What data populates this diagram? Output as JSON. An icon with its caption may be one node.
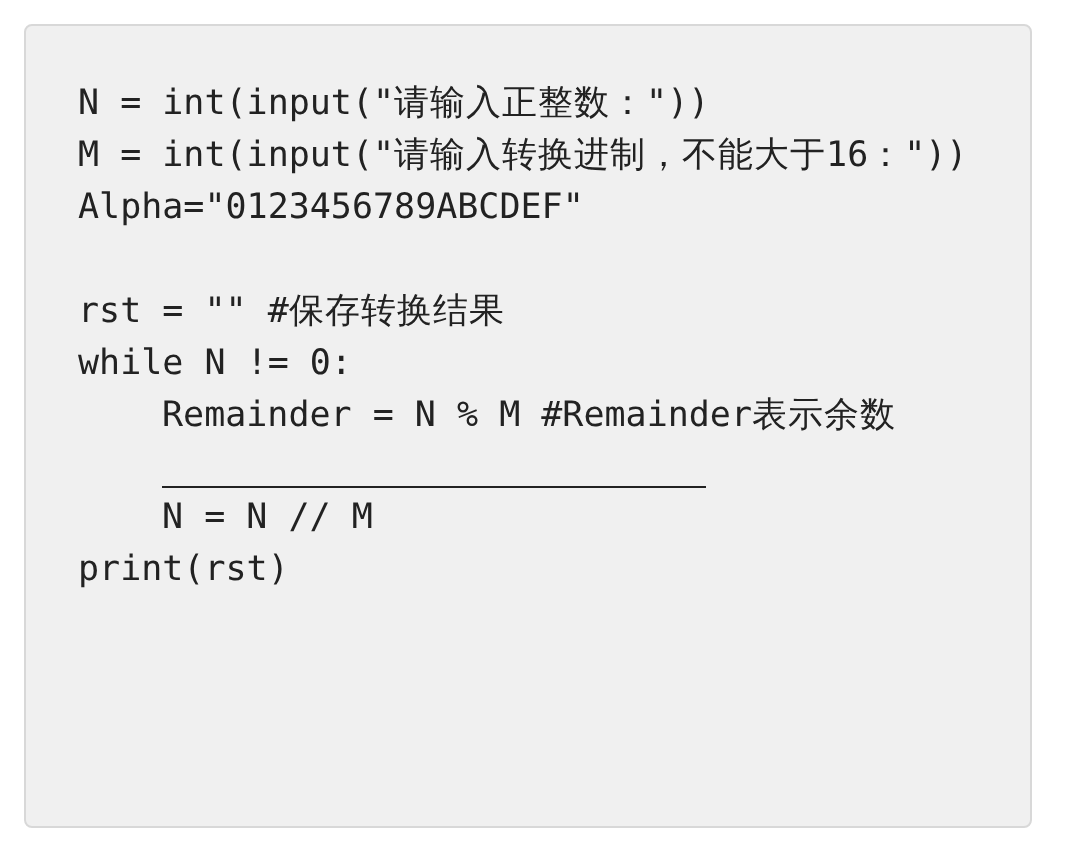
{
  "diagram": {
    "labels": [
      "N = int(input(\"请输入正整数：\"))",
      "M = int(input(\"请输入转换进制，不能大于16：\"))",
      "Alpha=\"0123456789ABCDEF\"",
      "rst = \"\" #保存转换结果",
      "while N != 0:",
      "Remainder = N % M #Remainder表示余数",
      "N = N // M",
      "print(rst)"
    ]
  }
}
